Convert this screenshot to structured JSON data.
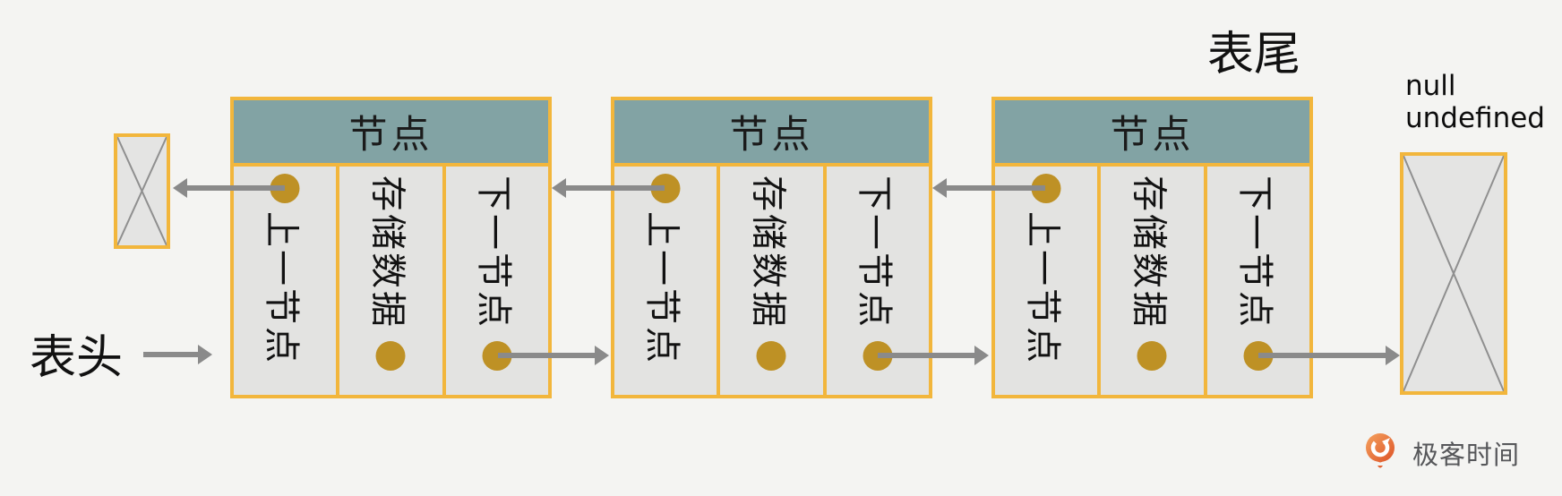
{
  "labels": {
    "head": "表头",
    "tail": "表尾",
    "null_line1": "null",
    "null_line2": "undefined"
  },
  "nodes": [
    {
      "title": "节点",
      "cells": [
        "上一节点",
        "存储数据",
        "下一节点"
      ]
    },
    {
      "title": "节点",
      "cells": [
        "上一节点",
        "存储数据",
        "下一节点"
      ]
    },
    {
      "title": "节点",
      "cells": [
        "上一节点",
        "存储数据",
        "下一节点"
      ]
    }
  ],
  "logo": {
    "text": "极客时间"
  },
  "colors": {
    "background": "#F4F4F2",
    "node_header_teal": "#82A3A4",
    "border_yellow": "#F2B63C",
    "pointer_dot_gold": "#BE9125",
    "cell_gray": "#E3E3E1",
    "arrow_gray": "#8A8A8A",
    "x_line_gray": "#8F8F8F",
    "text_black": "#141414",
    "logo_orange": "#E2612F",
    "logo_text_gray": "#56575A"
  }
}
